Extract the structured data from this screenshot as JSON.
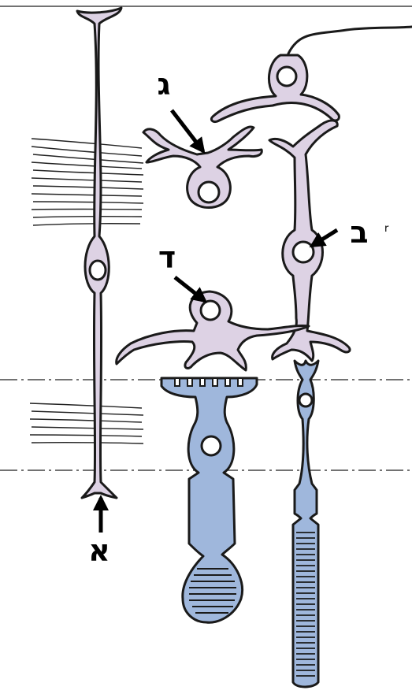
{
  "labels": {
    "alef": "א",
    "bet": "ב",
    "gimel": "ג",
    "dalet": "ד",
    "tiny_mark": "r"
  },
  "colors": {
    "neuron_fill": "#ddd2e4",
    "photoreceptor_fill": "#9fb7dc",
    "outline": "#1a1a1a",
    "background": "#ffffff"
  }
}
